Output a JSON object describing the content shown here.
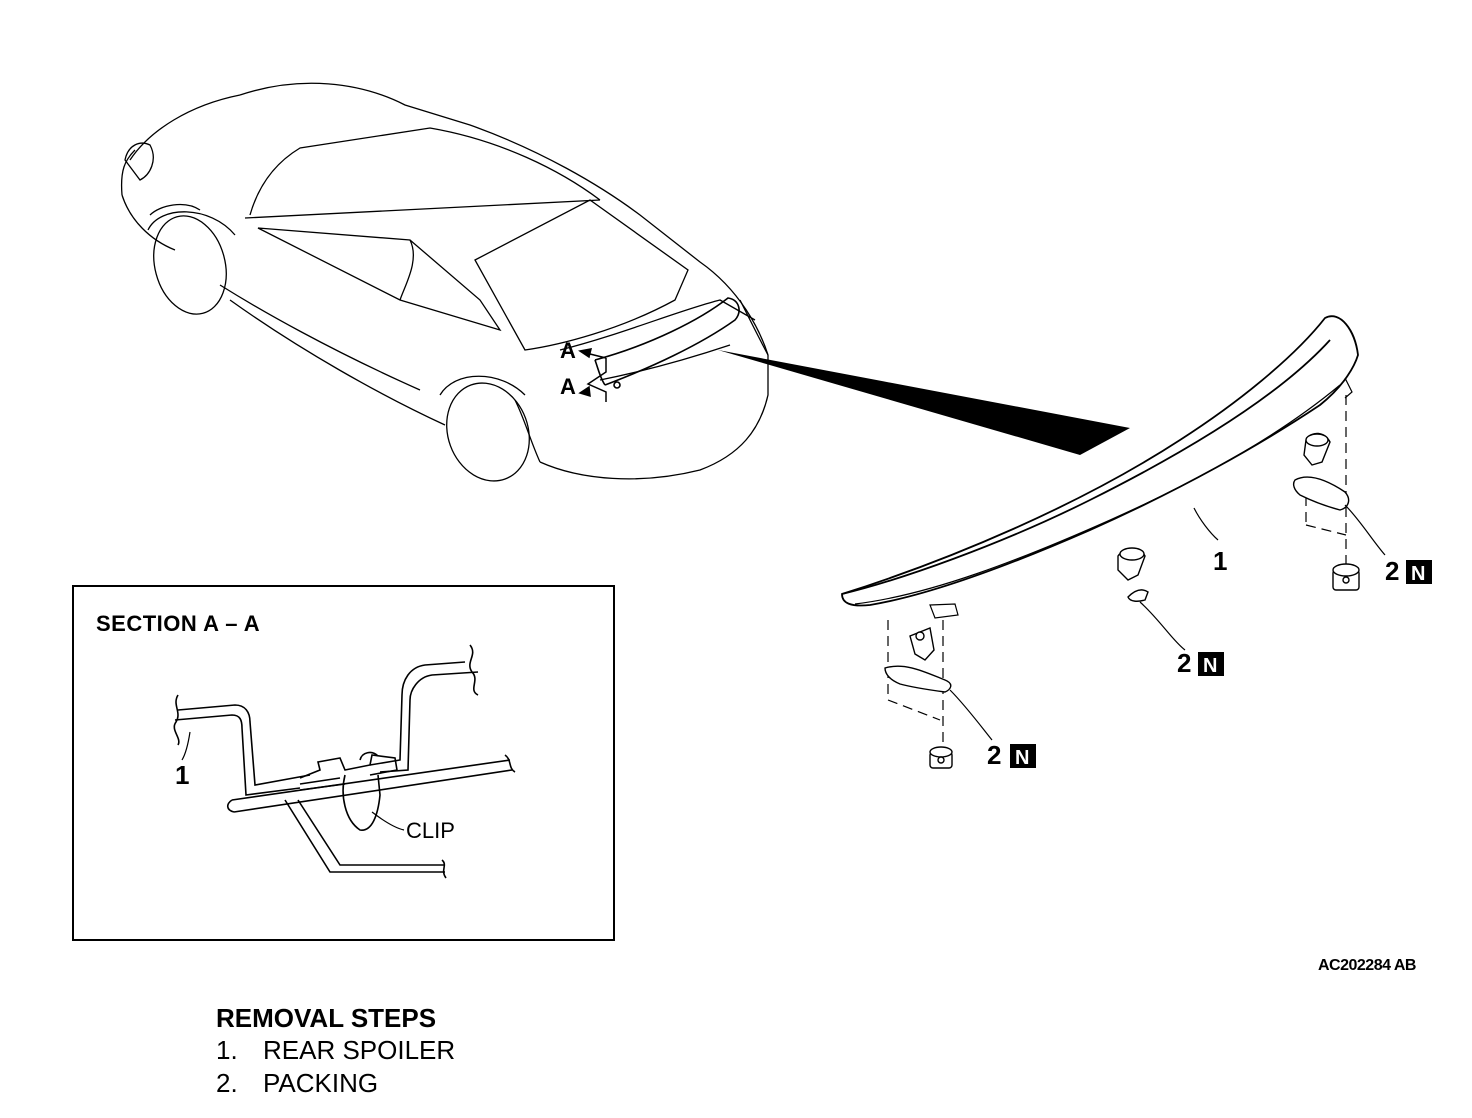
{
  "section": {
    "title": "SECTION A – A",
    "part_label": "1",
    "clip_label": "CLIP"
  },
  "car": {
    "arrow_label_upper": "A",
    "arrow_label_lower": "A"
  },
  "spoiler": {
    "part_label": "1",
    "packing_left": {
      "num": "2",
      "badge": "N"
    },
    "packing_center": {
      "num": "2",
      "badge": "N"
    },
    "packing_right": {
      "num": "2",
      "badge": "N"
    }
  },
  "figure_code": "AC202284 AB",
  "removal": {
    "title": "REMOVAL STEPS",
    "steps": [
      {
        "num": "1.",
        "label": "REAR SPOILER"
      },
      {
        "num": "2.",
        "label": "PACKING"
      }
    ]
  }
}
